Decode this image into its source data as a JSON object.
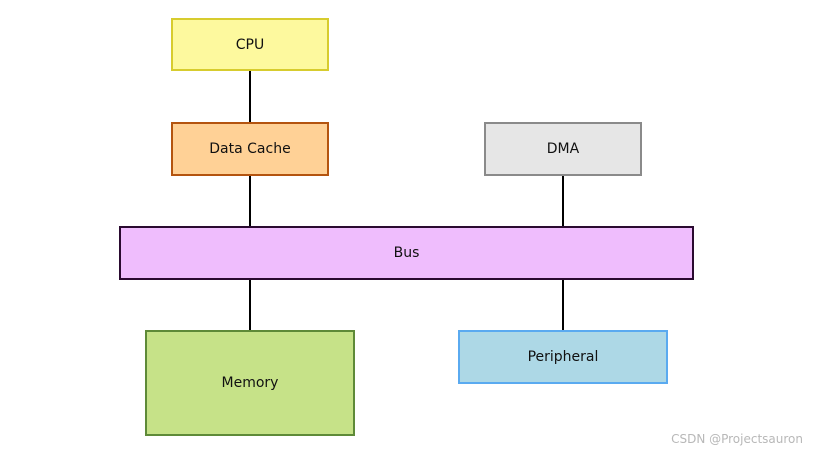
{
  "diagram": {
    "nodes": {
      "cpu": {
        "label": "CPU",
        "fill": "#fdf99e",
        "border": "#d7cc2e"
      },
      "cache": {
        "label": "Data Cache",
        "fill": "#ffd196",
        "border": "#b4540f"
      },
      "dma": {
        "label": "DMA",
        "fill": "#e6e6e6",
        "border": "#8a8a8a"
      },
      "bus": {
        "label": "Bus",
        "fill": "#efbdfd",
        "border": "#2a0a30"
      },
      "memory": {
        "label": "Memory",
        "fill": "#c6e288",
        "border": "#5e8a38"
      },
      "peripheral": {
        "label": "Peripheral",
        "fill": "#add8e6",
        "border": "#5aaaf0"
      }
    },
    "edges": [
      {
        "from": "CPU",
        "to": "Data Cache"
      },
      {
        "from": "Data Cache",
        "to": "Bus"
      },
      {
        "from": "DMA",
        "to": "Bus"
      },
      {
        "from": "Bus",
        "to": "Memory"
      },
      {
        "from": "Bus",
        "to": "Peripheral"
      }
    ]
  },
  "watermark": "CSDN @Projectsauron"
}
